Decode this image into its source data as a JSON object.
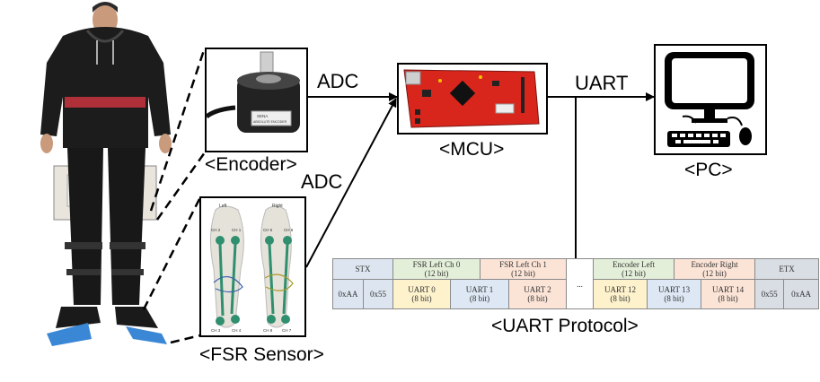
{
  "labels": {
    "encoder": "<Encoder>",
    "fsr": "<FSR Sensor>",
    "mcu": "<MCU>",
    "pc": "<PC>",
    "uart_protocol": "<UART Protocol>",
    "adc_top": "ADC",
    "adc_lower": "ADC",
    "uart": "UART"
  },
  "encoder_print": [
    "SENA",
    "ABSOLUTE ENCODER"
  ],
  "insole": {
    "left": "Left",
    "right": "Right",
    "ch": [
      "CH 2",
      "CH 1",
      "CH 5",
      "CH 6",
      "CH 3",
      "CH 4",
      "CH 8",
      "CH 7"
    ]
  },
  "protocol": {
    "header": [
      {
        "text": "STX",
        "sub": ""
      },
      {
        "text": "FSR Left Ch 0",
        "sub": "(12 bit)"
      },
      {
        "text": "FSR Left Ch 1",
        "sub": "(12 bit)"
      },
      {
        "text": "...",
        "sub": ""
      },
      {
        "text": "Encoder Left",
        "sub": "(12 bit)"
      },
      {
        "text": "Encoder Right",
        "sub": "(12 bit)"
      },
      {
        "text": "ETX",
        "sub": ""
      }
    ],
    "bytes": [
      {
        "text": "0xAA",
        "sub": ""
      },
      {
        "text": "0x55",
        "sub": ""
      },
      {
        "text": "UART 0",
        "sub": "(8 bit)"
      },
      {
        "text": "UART 1",
        "sub": "(8 bit)"
      },
      {
        "text": "UART 2",
        "sub": "(8 bit)"
      },
      {
        "text": "UART 12",
        "sub": "(8 bit)"
      },
      {
        "text": "UART 13",
        "sub": "(8 bit)"
      },
      {
        "text": "UART 14",
        "sub": "(8 bit)"
      },
      {
        "text": "0x55",
        "sub": ""
      },
      {
        "text": "0xAA",
        "sub": ""
      }
    ]
  },
  "colors": {
    "stx": "#dde6f0",
    "fsr_ch0": "#e3efd9",
    "fsr_ch1": "#fbe3d6",
    "mcu_board": "#d9261c",
    "insole_trace": "#2f8f6f",
    "floor_pad": "#3a87d6"
  },
  "icons": [
    "person-photo",
    "encoder-photo",
    "mcu-board-photo",
    "pc-icon",
    "fsr-insole-photo"
  ]
}
